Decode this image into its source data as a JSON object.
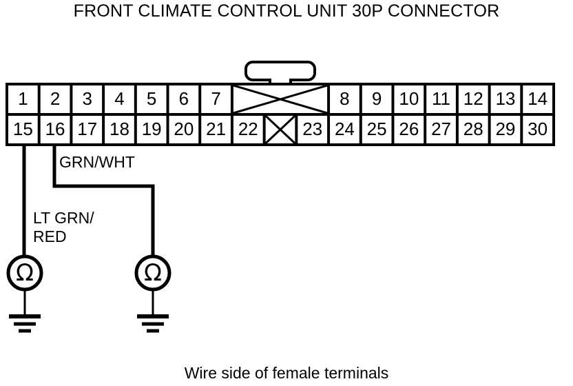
{
  "title": "FRONT CLIMATE CONTROL UNIT 30P CONNECTOR",
  "caption": "Wire side of female terminals",
  "connector": {
    "name": "front-climate-control-unit-30p-connector",
    "pin_count": 30,
    "rows": [
      {
        "name": "top-row",
        "cells": [
          {
            "label": "1",
            "blank": false
          },
          {
            "label": "2",
            "blank": false
          },
          {
            "label": "3",
            "blank": false
          },
          {
            "label": "4",
            "blank": false
          },
          {
            "label": "5",
            "blank": false
          },
          {
            "label": "6",
            "blank": false
          },
          {
            "label": "7",
            "blank": false
          },
          {
            "label": "",
            "blank": true
          },
          {
            "label": "8",
            "blank": false
          },
          {
            "label": "9",
            "blank": false
          },
          {
            "label": "10",
            "blank": false
          },
          {
            "label": "11",
            "blank": false
          },
          {
            "label": "12",
            "blank": false
          },
          {
            "label": "13",
            "blank": false
          },
          {
            "label": "14",
            "blank": false
          }
        ]
      },
      {
        "name": "bottom-row",
        "cells": [
          {
            "label": "15",
            "blank": false
          },
          {
            "label": "16",
            "blank": false
          },
          {
            "label": "17",
            "blank": false
          },
          {
            "label": "18",
            "blank": false
          },
          {
            "label": "19",
            "blank": false
          },
          {
            "label": "20",
            "blank": false
          },
          {
            "label": "21",
            "blank": false
          },
          {
            "label": "22",
            "blank": false
          },
          {
            "label": "",
            "blank": true
          },
          {
            "label": "23",
            "blank": false
          },
          {
            "label": "24",
            "blank": false
          },
          {
            "label": "25",
            "blank": false
          },
          {
            "label": "26",
            "blank": false
          },
          {
            "label": "27",
            "blank": false
          },
          {
            "label": "28",
            "blank": false
          },
          {
            "label": "29",
            "blank": false
          },
          {
            "label": "30",
            "blank": false
          }
        ]
      }
    ],
    "latch": {
      "name": "connector-latch-tab"
    }
  },
  "wires": [
    {
      "name": "wire-lt-grn-red",
      "label": "LT GRN/\nRED",
      "from_terminal": "15",
      "to_instrument": "ohmmeter-left"
    },
    {
      "name": "wire-grn-wht",
      "label": "GRN/WHT",
      "from_terminal": "16",
      "to_instrument": "ohmmeter-right"
    }
  ],
  "instruments": [
    {
      "name": "ohmmeter-left",
      "symbol": "Ω",
      "ground": true
    },
    {
      "name": "ohmmeter-right",
      "symbol": "Ω",
      "ground": true
    }
  ],
  "colors": {
    "ink": "#000000",
    "background": "#ffffff"
  }
}
